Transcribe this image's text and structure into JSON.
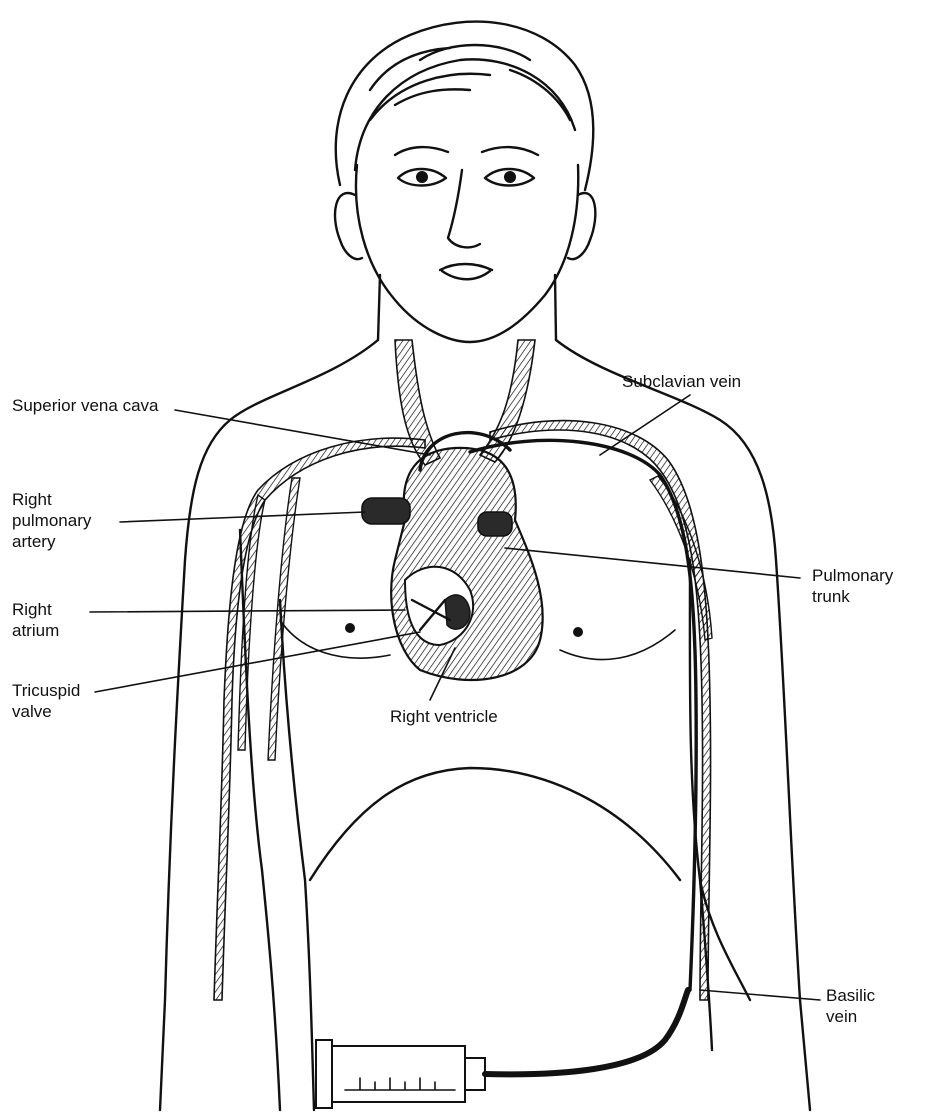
{
  "labels": {
    "superior_vena_cava": "Superior vena cava",
    "right_pulmonary_artery": "Right\npulmonary\nartery",
    "right_atrium": "Right\natrium",
    "tricuspid_valve": "Tricuspid\nvalve",
    "right_ventricle": "Right ventricle",
    "subclavian_vein": "Subclavian vein",
    "pulmonary_trunk": "Pulmonary\ntrunk",
    "basilic_vein": "Basilic\nvein"
  },
  "colors": {
    "ink": "#111111",
    "paper": "#ffffff",
    "heart_shade": "#2a2a2a"
  }
}
